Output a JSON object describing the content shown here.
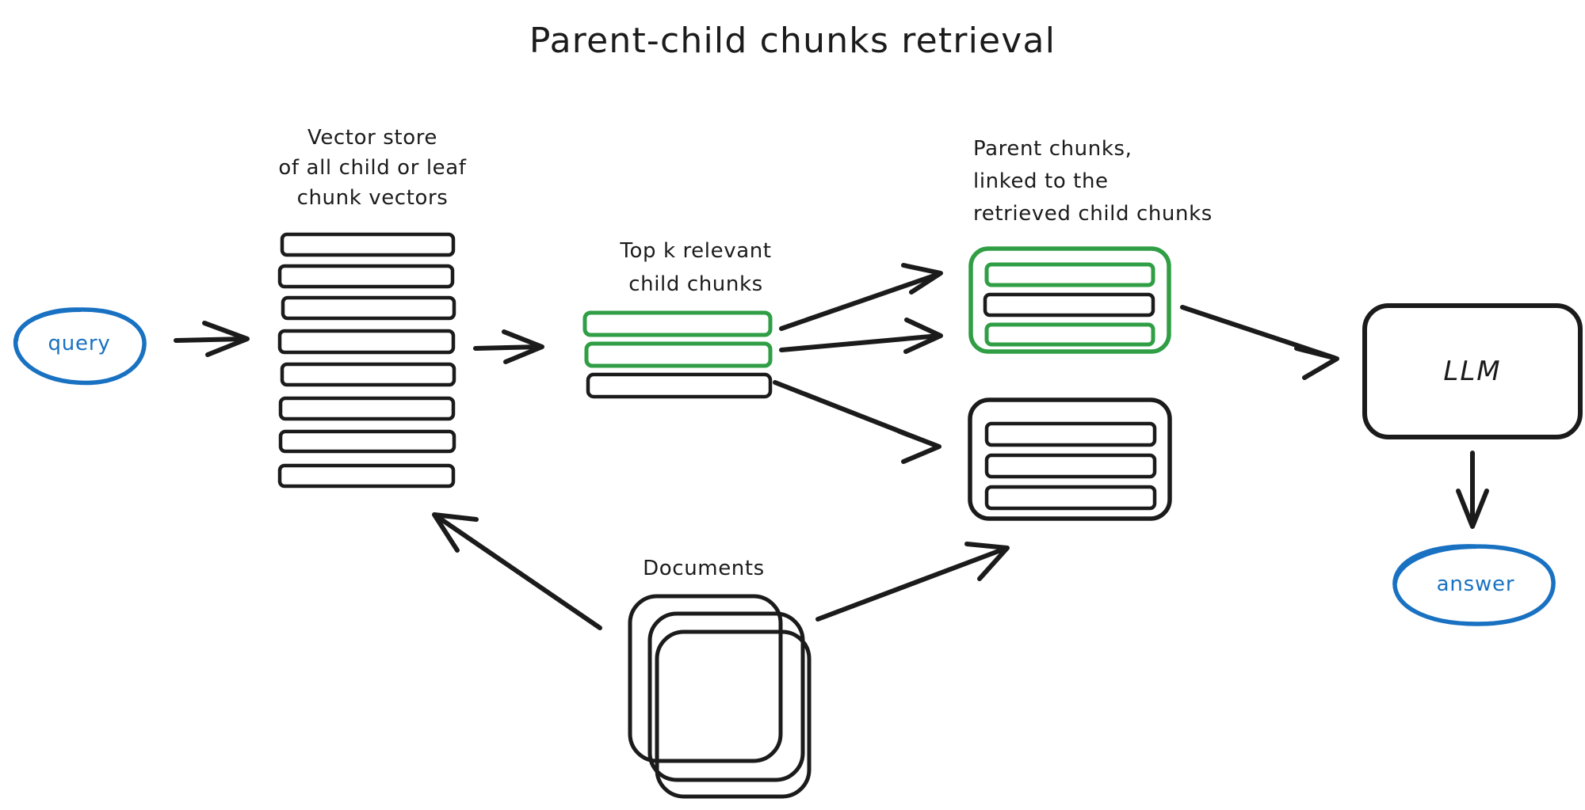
{
  "title": "Parent-child chunks retrieval",
  "labels": {
    "vector_store": [
      "Vector store",
      "of all child or leaf",
      "chunk vectors"
    ],
    "top_k": [
      "Top k relevant",
      "child chunks"
    ],
    "parent_chunks": [
      "Parent chunks,",
      "linked to the",
      "retrieved child chunks"
    ],
    "documents": "Documents"
  },
  "nodes": {
    "query": "query",
    "llm": "LLM",
    "answer": "answer"
  },
  "colors": {
    "ink": "#1b1b1b",
    "green": "#2f9e44",
    "blue": "#1971c2",
    "background": "#ffffff"
  },
  "vector_store": {
    "count": 8,
    "bars": [
      {
        "index": 1,
        "color": "#1b1b1b"
      },
      {
        "index": 2,
        "color": "#1b1b1b"
      },
      {
        "index": 3,
        "color": "#1b1b1b"
      },
      {
        "index": 4,
        "color": "#1b1b1b"
      },
      {
        "index": 5,
        "color": "#1b1b1b"
      },
      {
        "index": 6,
        "color": "#1b1b1b"
      },
      {
        "index": 7,
        "color": "#1b1b1b"
      },
      {
        "index": 8,
        "color": "#1b1b1b"
      }
    ]
  },
  "top_k_chunks": {
    "count": 3,
    "bars": [
      {
        "index": 1,
        "color": "#2f9e44",
        "relevant": true
      },
      {
        "index": 2,
        "color": "#2f9e44",
        "relevant": true
      },
      {
        "index": 3,
        "color": "#1b1b1b",
        "relevant": false
      }
    ]
  },
  "parent_groups": [
    {
      "name": "parent-group-matched",
      "border_color": "#2f9e44",
      "bars": [
        {
          "index": 1,
          "color": "#2f9e44"
        },
        {
          "index": 2,
          "color": "#1b1b1b"
        },
        {
          "index": 3,
          "color": "#2f9e44"
        }
      ]
    },
    {
      "name": "parent-group-plain",
      "border_color": "#1b1b1b",
      "bars": [
        {
          "index": 1,
          "color": "#1b1b1b"
        },
        {
          "index": 2,
          "color": "#1b1b1b"
        },
        {
          "index": 3,
          "color": "#1b1b1b"
        }
      ]
    }
  ],
  "documents": {
    "sheet_count": 3
  },
  "arrows": [
    {
      "name": "query-to-vector-store"
    },
    {
      "name": "vector-store-to-top-k"
    },
    {
      "name": "top-k-bar1-to-parent-matched"
    },
    {
      "name": "top-k-bar2-to-parent-matched"
    },
    {
      "name": "top-k-bar3-to-parent-plain"
    },
    {
      "name": "parent-matched-to-llm"
    },
    {
      "name": "llm-to-answer"
    },
    {
      "name": "documents-to-vector-store"
    },
    {
      "name": "documents-to-parent-plain"
    }
  ]
}
